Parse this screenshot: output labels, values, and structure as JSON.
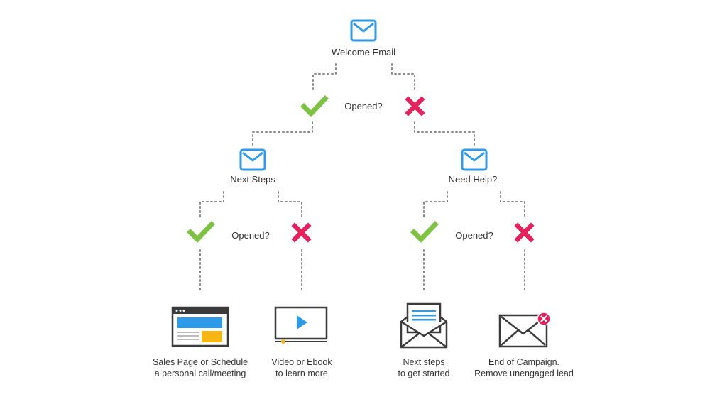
{
  "nodes": {
    "welcome": "Welcome Email",
    "next_steps": "Next Steps",
    "need_help": "Need Help?"
  },
  "decisions": {
    "top": "Opened?",
    "left": "Opened?",
    "right": "Opened?"
  },
  "outcomes": {
    "sales_line1": "Sales Page or Schedule",
    "sales_line2": "a personal call/meeting",
    "video_line1": "Video or Ebook",
    "video_line2": "to learn more",
    "nextsteps_line1": "Next steps",
    "nextsteps_line2": "to get started",
    "end_line1": "End of Campaign.",
    "end_line2": "Remove unengaged lead"
  },
  "colors": {
    "email_blue": "#2f9be8",
    "check_green": "#7dc242",
    "cross_red": "#e5225d",
    "connector_gray": "#8a8a8a",
    "icon_dark": "#3a3a3a",
    "accent_yellow": "#f7b614"
  }
}
